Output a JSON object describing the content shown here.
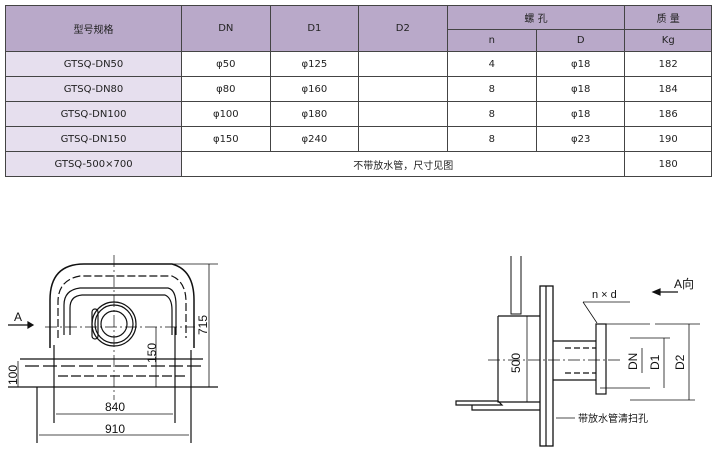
{
  "table": {
    "headers": {
      "model": "型号规格",
      "dn": "DN",
      "d1": "D1",
      "d2": "D2",
      "bolt_holes": "螺  孔",
      "mass": "质  量",
      "n": "n",
      "d": "D",
      "kg": "Kg"
    },
    "rows": [
      {
        "model": "GTSQ-DN50",
        "dn": "φ50",
        "d1": "φ125",
        "d2": "",
        "n": "4",
        "d": "φ18",
        "mass": "182"
      },
      {
        "model": "GTSQ-DN80",
        "dn": "φ80",
        "d1": "φ160",
        "d2": "",
        "n": "8",
        "d": "φ18",
        "mass": "184"
      },
      {
        "model": "GTSQ-DN100",
        "dn": "φ100",
        "d1": "φ180",
        "d2": "",
        "n": "8",
        "d": "φ18",
        "mass": "186"
      },
      {
        "model": "GTSQ-DN150",
        "dn": "φ150",
        "d1": "φ240",
        "d2": "",
        "n": "8",
        "d": "φ23",
        "mass": "190"
      }
    ],
    "last_row": {
      "model": "GTSQ-500×700",
      "note": "不带放水管，尺寸见图",
      "mass": "180"
    }
  },
  "drawing": {
    "front": {
      "view_label": "A",
      "dim_715": "715",
      "dim_150": "150",
      "dim_100": "100",
      "dim_840": "840",
      "dim_910": "910"
    },
    "side": {
      "view_label": "A向",
      "bolt_label": "n × d",
      "dim_500": "500",
      "dim_dn": "DN",
      "dim_d1": "D1",
      "dim_d2": "D2",
      "drain_label": "带放水管清扫孔"
    }
  }
}
